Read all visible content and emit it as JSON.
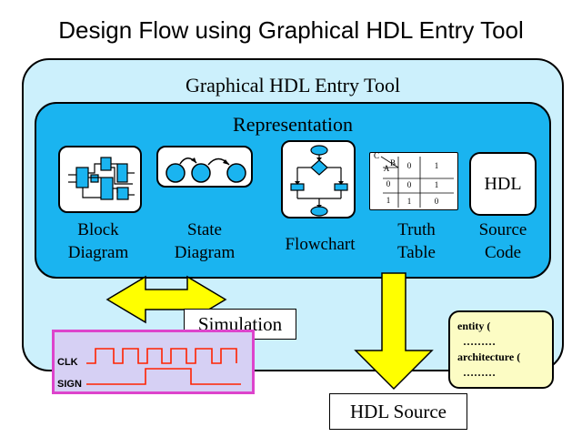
{
  "title": "Design Flow using Graphical HDL Entry Tool",
  "tool_label": "Graphical HDL Entry Tool",
  "representation_label": "Representation",
  "representations": [
    {
      "line1": "Block",
      "line2": "Diagram"
    },
    {
      "line1": "State",
      "line2": "Diagram"
    },
    {
      "line1": "Flowchart",
      "line2": ""
    },
    {
      "line1": "Truth",
      "line2": "Table"
    },
    {
      "line1": "Source",
      "line2": "Code"
    }
  ],
  "hdl_icon_text": "HDL",
  "truth_table": {
    "corner": "C",
    "header_a": "A",
    "header_b": "B",
    "col_headers": [
      "0",
      "1"
    ],
    "rows": [
      {
        "label": "0",
        "cells": [
          "0",
          "1"
        ]
      },
      {
        "label": "1",
        "cells": [
          "1",
          "0"
        ]
      }
    ]
  },
  "simulation_label": "Simulation",
  "waveform": {
    "signals": [
      "CLK",
      "SIGN"
    ]
  },
  "code_snippet": [
    "entity (",
    "………",
    "architecture (",
    "………"
  ],
  "hdl_source_label": "HDL Source",
  "colors": {
    "outer_fill": "#ccf0fc",
    "inner_fill": "#1ab4f0",
    "arrow_fill": "#ffff00",
    "wave_red": "#ff2200",
    "wave_box_fill": "#d6d0f4",
    "wave_box_border": "#dd44cc",
    "code_note_fill": "#fcfcc4"
  }
}
